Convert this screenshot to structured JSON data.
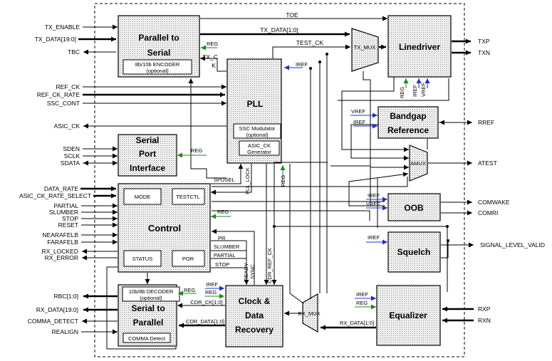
{
  "colors": {
    "reg_arrow": "#1a8a1a",
    "iref_arrow": "#1f2fd0",
    "block_fill": "#ececec"
  },
  "blocks": {
    "p2s": {
      "line1": "Parallel to",
      "line2": "Serial",
      "sub1": "8b/10b ENCODER",
      "sub2": "(optional)"
    },
    "pll": {
      "title": "PLL",
      "ssc1": "SSC Modulator",
      "ssc2": "(optional)",
      "asic1": "ASIC_CK",
      "asic2": "Generator"
    },
    "spi": {
      "line1": "Serial",
      "line2": "Port",
      "line3": "Interface"
    },
    "control": {
      "title": "Control",
      "mode": "MODE",
      "testctl": "TESTCTL",
      "status": "STATUS",
      "por": "POR"
    },
    "s2p": {
      "line1": "Serial to",
      "line2": "Parallel",
      "sub1": "10b/8b DECODER",
      "sub2": "(optional)",
      "comma": "COMMA Detect"
    },
    "cdr": {
      "line1": "Clock &",
      "line2": "Data",
      "line3": "Recovery"
    },
    "linedriver": {
      "title": "Linedriver"
    },
    "bandgap": {
      "line1": "Bandgap",
      "line2": "Reference"
    },
    "oob": {
      "title": "OOB"
    },
    "squelch": {
      "title": "Squelch"
    },
    "equalizer": {
      "title": "Equalizer"
    },
    "tx_mux": {
      "label": "TX_MUX"
    },
    "amux": {
      "label": "AMUX"
    },
    "rx_mux": {
      "label": "RX_MUX"
    }
  },
  "pins": {
    "left": [
      "TX_ENABLE",
      "TX_DATA[19:0]",
      "TBC",
      "REF_CK",
      "REF_CK_RATE",
      "SSC_CONT",
      "ASIC_CK",
      "SDEN",
      "SCLK",
      "SDATA",
      "DATA_RATE",
      "ASIC_CK_RATE_SELECT",
      "PARTIAL",
      "SLUMBER",
      "STOP",
      "RESET",
      "NEARAFELB",
      "FARAFELB",
      "RX_LOCKED",
      "RX_ERROR",
      "RBC[1:0]",
      "RX_DATA[19:0]",
      "COMMA_DETECT",
      "REALIGN"
    ],
    "right": [
      "TXP",
      "TXN",
      "RREF",
      "ATEST",
      "COMWAKE",
      "COMRI",
      "SIGNAL_LEVEL_VALID",
      "RXP",
      "RXN"
    ]
  },
  "signals": {
    "toe": "TOE",
    "tx_data_1_0": "TX_DATA[1:0]",
    "test_ck": "TEST_CK",
    "tx_ck_1": "TX_C",
    "tx_ck_2": "K",
    "reg": "REG",
    "iref": "IREF",
    "vref": "VREF",
    "spdsel": "SPDSEL",
    "pll_lock": "PLL_LOCK",
    "pr": "PR",
    "slumber": "SLUMBER",
    "partial": "PARTIAL",
    "stop": "STOP",
    "ready": "READY",
    "sync": "SYNC",
    "cdr_ref_ck": "CDR_REF_CK",
    "cdr_ck": "CDR_CK[1:0]",
    "cdr_data": "CDR_DATA[1:0]",
    "rx_data_1_0": "RX_DATA[1:0]"
  }
}
